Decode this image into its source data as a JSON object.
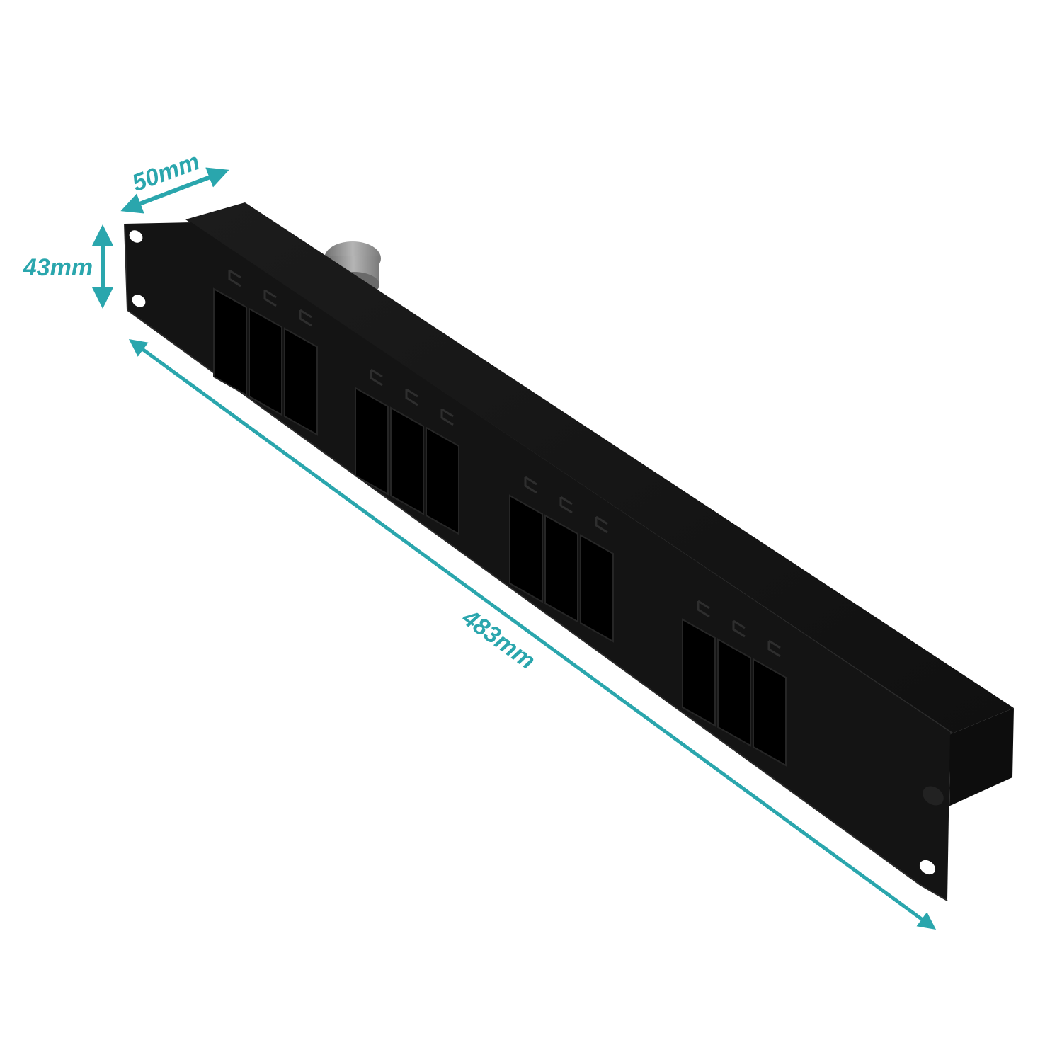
{
  "colors": {
    "accent": "#2aa6ad",
    "product_body": "#141414",
    "product_edge": "#2a2a2a",
    "cutout": "#000000",
    "gland": "#8e8e8e"
  },
  "dimensions": {
    "depth": {
      "label": "50mm"
    },
    "height": {
      "label": "43mm"
    },
    "width": {
      "label": "483mm"
    }
  },
  "product": {
    "cutout_groups": 4,
    "cutouts_per_group": 3
  }
}
